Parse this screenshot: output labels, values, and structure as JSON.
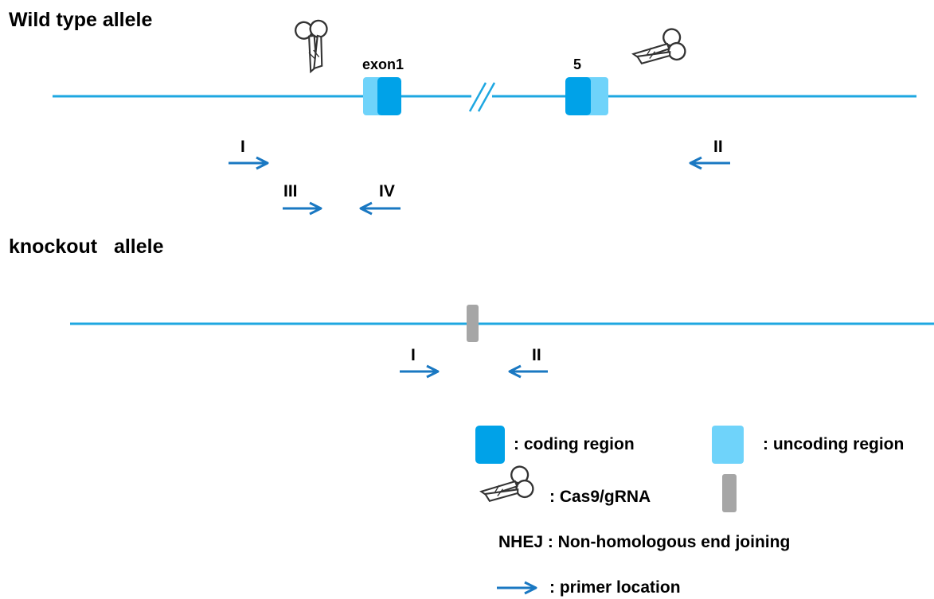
{
  "wild_type": {
    "title": "Wild type allele",
    "exon_first_label": "exon1",
    "exon_last_label": "5",
    "primers": {
      "p1": "I",
      "p2": "II",
      "p3": "III",
      "p4": "IV"
    }
  },
  "knockout": {
    "title": "knockout   allele",
    "primers": {
      "p1": "I",
      "p2": "II"
    }
  },
  "legend": {
    "coding": ": coding region",
    "uncoding": ": uncoding region",
    "cas9": ": Cas9/gRNA",
    "nhej": "NHEJ : Non-homologous end joining",
    "primer": ": primer location"
  },
  "colors": {
    "line": "#1ea7e1",
    "coding": "#00a2e8",
    "uncoding": "#6fd3fa",
    "nhej": "#a6a6a6",
    "arrow": "#1a78c2"
  }
}
